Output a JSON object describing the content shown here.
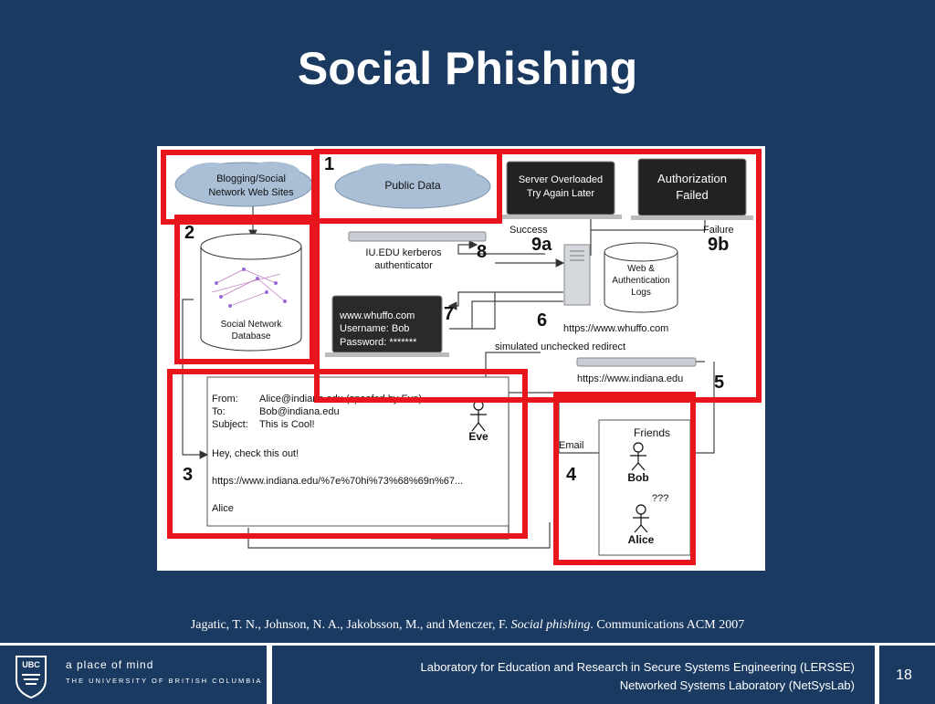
{
  "slide": {
    "title": "Social Phishing",
    "citation_authors": "Jagatic, T. N., Johnson, N. A., Jakobsson, M., and Menczer, F. ",
    "citation_title": "Social phishing",
    "citation_rest": ". Communications ACM 2007",
    "page_number": "18"
  },
  "footer": {
    "tagline": "a place of mind",
    "university": "THE UNIVERSITY OF BRITISH COLUMBIA",
    "crest_text": "UBC",
    "lab_line1": "Laboratory for Education and Research in Secure Systems Engineering (LERSSE)",
    "lab_line2": "Networked Systems Laboratory (NetSysLab)"
  },
  "diagram": {
    "cloud_blogging_line1": "Blogging/Social",
    "cloud_blogging_line2": "Network Web Sites",
    "cloud_public": "Public Data",
    "server_overloaded_line1": "Server Overloaded",
    "server_overloaded_line2": "Try Again Later",
    "auth_failed_line1": "Authorization",
    "auth_failed_line2": "Failed",
    "success": "Success",
    "failure": "Failure",
    "kerberos_line1": "IU.EDU kerberos",
    "kerberos_line2": "authenticator",
    "logs_line1": "Web &",
    "logs_line2": "Authentication",
    "logs_line3": "Logs",
    "db_line1": "Social Network",
    "db_line2": "Database",
    "laptop_line1": "www.whuffo.com",
    "laptop_line2": "Username: Bob",
    "laptop_line3": "Password:  *******",
    "url_whuffo": "https://www.whuffo.com",
    "redirect": "simulated unchecked redirect",
    "url_indiana": "https://www.indiana.edu",
    "email_from_label": "From:",
    "email_from_value": "Alice@indiana.edu (spoofed by Eve)",
    "email_to_label": "To:",
    "email_to_value": "Bob@indiana.edu",
    "email_subject_label": "Subject:",
    "email_subject_value": "This is Cool!",
    "email_greeting": "Hey, check this out!",
    "email_link": "https://www.indiana.edu/%7e%70hi%73%68%69n%67...",
    "email_sign": "Alice",
    "eve": "Eve",
    "email_label": "Email",
    "friends": "Friends",
    "bob": "Bob",
    "alice": "Alice",
    "unknown": "???",
    "step1": "1",
    "step2": "2",
    "step3": "3",
    "step4": "4",
    "step5": "5",
    "step6": "6",
    "step7": "7",
    "step8": "8",
    "step9a": "9a",
    "step9b": "9b"
  },
  "colors": {
    "background": "#1b3a62",
    "highlight": "#e8151c",
    "cloud": "#aabfd6"
  }
}
